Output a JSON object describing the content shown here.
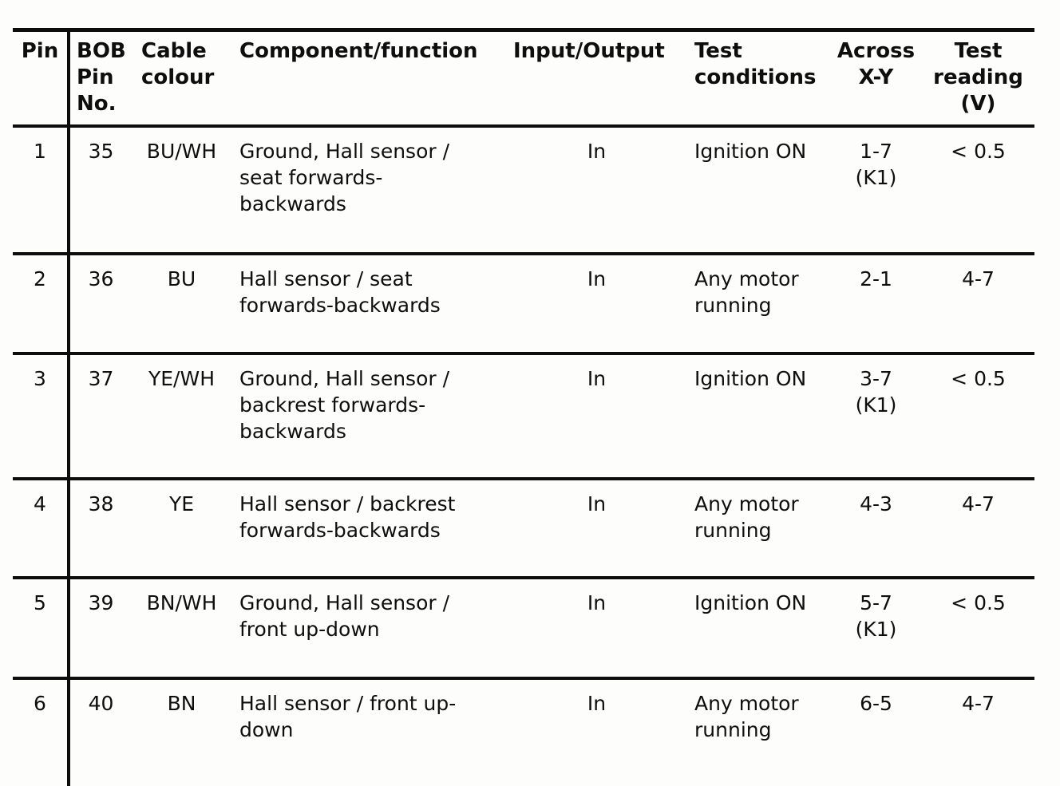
{
  "colors": {
    "ink": "#0e0e0e",
    "paper": "#fdfdfb",
    "rule": "#0d0d0d"
  },
  "table": {
    "headers": [
      {
        "id": "pin",
        "label": "Pin"
      },
      {
        "id": "bob_pin_no",
        "label": "BOB\nPin\nNo."
      },
      {
        "id": "cable_colour",
        "label": "Cable\ncolour"
      },
      {
        "id": "component_function",
        "label": "Component/function"
      },
      {
        "id": "input_output",
        "label": "Input/Output"
      },
      {
        "id": "test_conditions",
        "label": "Test\nconditions"
      },
      {
        "id": "across_x_y",
        "label": "Across\nX-Y"
      },
      {
        "id": "test_reading_v",
        "label": "Test\nreading\n(V)"
      }
    ],
    "rows": [
      {
        "pin": "1",
        "bob_pin_no": "35",
        "cable_colour": "BU/WH",
        "component_function": "Ground, Hall sensor /\nseat forwards-\nbackwards",
        "input_output": "In",
        "test_conditions": "Ignition ON",
        "across_x_y": "1-7\n(K1)",
        "test_reading_v": "< 0.5"
      },
      {
        "pin": "2",
        "bob_pin_no": "36",
        "cable_colour": "BU",
        "component_function": "Hall sensor / seat\nforwards-backwards",
        "input_output": "In",
        "test_conditions": "Any motor\nrunning",
        "across_x_y": "2-1",
        "test_reading_v": "4-7"
      },
      {
        "pin": "3",
        "bob_pin_no": "37",
        "cable_colour": "YE/WH",
        "component_function": "Ground, Hall sensor /\nbackrest forwards-\nbackwards",
        "input_output": "In",
        "test_conditions": "Ignition ON",
        "across_x_y": "3-7\n(K1)",
        "test_reading_v": "< 0.5"
      },
      {
        "pin": "4",
        "bob_pin_no": "38",
        "cable_colour": "YE",
        "component_function": "Hall sensor / backrest\nforwards-backwards",
        "input_output": "In",
        "test_conditions": "Any motor\nrunning",
        "across_x_y": "4-3",
        "test_reading_v": "4-7"
      },
      {
        "pin": "5",
        "bob_pin_no": "39",
        "cable_colour": "BN/WH",
        "component_function": "Ground, Hall sensor /\nfront up-down",
        "input_output": "In",
        "test_conditions": "Ignition ON",
        "across_x_y": "5-7\n(K1)",
        "test_reading_v": "< 0.5"
      },
      {
        "pin": "6",
        "bob_pin_no": "40",
        "cable_colour": "BN",
        "component_function": "Hall sensor / front up-\ndown",
        "input_output": "In",
        "test_conditions": "Any motor\nrunning",
        "across_x_y": "6-5",
        "test_reading_v": "4-7"
      }
    ]
  }
}
